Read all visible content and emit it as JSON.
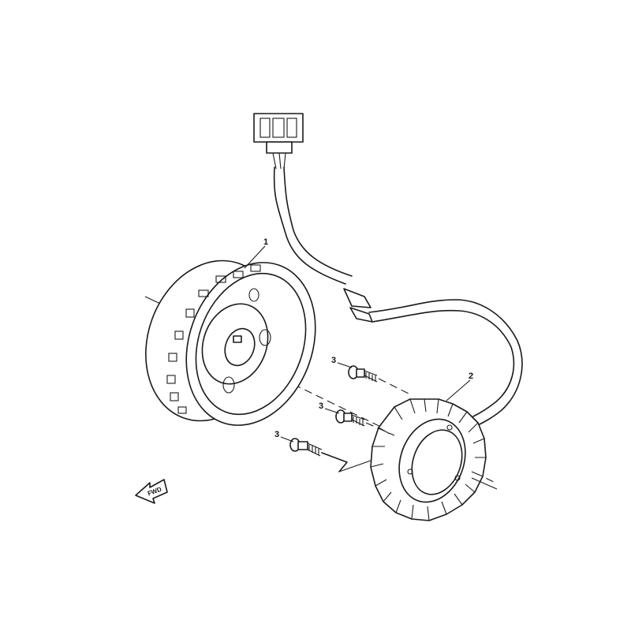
{
  "callouts": {
    "flywheel": "1",
    "stator": "2",
    "bolt_upper": "3",
    "bolt_middle": "3",
    "bolt_lower": "3"
  },
  "direction_arrow": {
    "label": "FWD"
  }
}
